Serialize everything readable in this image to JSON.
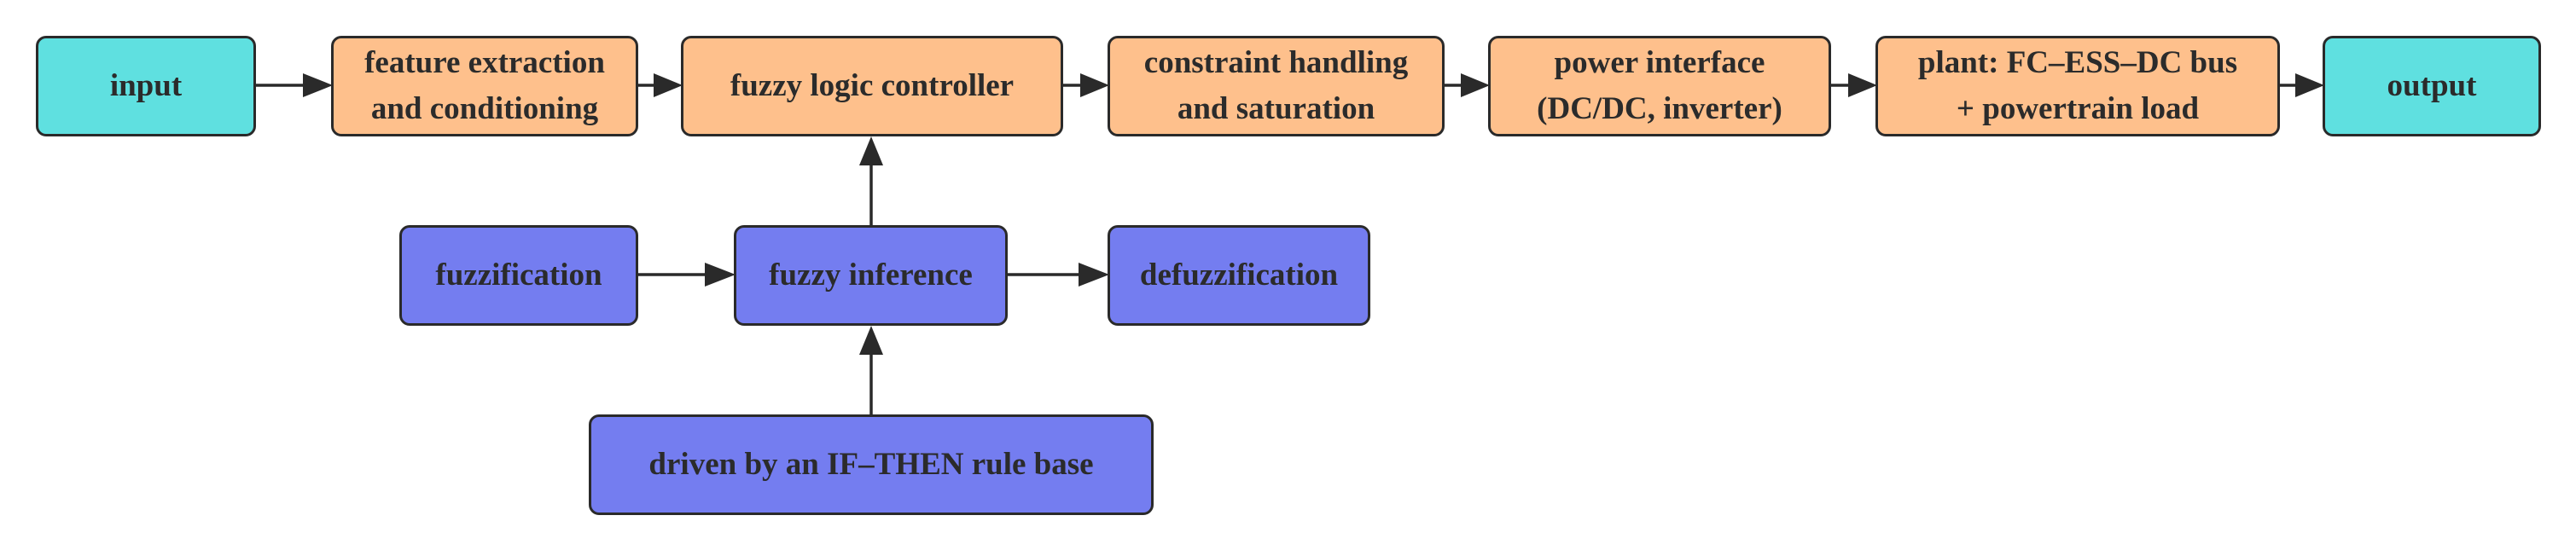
{
  "colors": {
    "io": "#5fe0e0",
    "process": "#fec08c",
    "fuzzy_internal": "#747df0",
    "stroke": "#2a2a2a",
    "text": "#2b2b2b"
  },
  "nodes": {
    "input": {
      "lines": [
        "input"
      ]
    },
    "feature": {
      "lines": [
        "feature extraction",
        "and conditioning"
      ]
    },
    "flc": {
      "lines": [
        "fuzzy logic controller"
      ]
    },
    "constraint": {
      "lines": [
        "constraint handling",
        "and saturation"
      ]
    },
    "power": {
      "lines": [
        "power interface",
        "(DC/DC, inverter)"
      ]
    },
    "plant": {
      "lines": [
        "plant: FC–ESS–DC bus",
        "+ powertrain load"
      ]
    },
    "output": {
      "lines": [
        "output"
      ]
    },
    "fuzzification": {
      "lines": [
        "fuzzification"
      ]
    },
    "inference": {
      "lines": [
        "fuzzy inference"
      ]
    },
    "defuzzification": {
      "lines": [
        "defuzzification"
      ]
    },
    "rulebase": {
      "lines": [
        "driven by an IF–THEN rule base"
      ]
    }
  },
  "edges": [
    {
      "from": "input",
      "to": "feature"
    },
    {
      "from": "feature",
      "to": "flc"
    },
    {
      "from": "flc",
      "to": "constraint"
    },
    {
      "from": "constraint",
      "to": "power"
    },
    {
      "from": "power",
      "to": "plant"
    },
    {
      "from": "plant",
      "to": "output"
    },
    {
      "from": "fuzzification",
      "to": "inference"
    },
    {
      "from": "inference",
      "to": "defuzzification"
    },
    {
      "from": "inference",
      "to": "flc"
    },
    {
      "from": "rulebase",
      "to": "inference"
    }
  ]
}
